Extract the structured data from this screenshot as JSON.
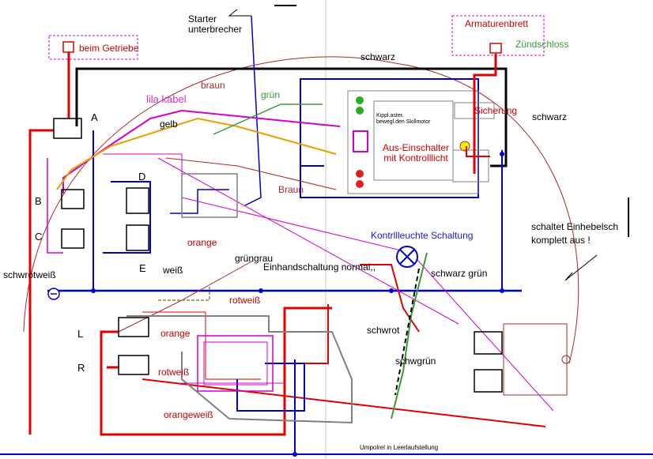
{
  "labels": {
    "starter": "Starter\nunterbrecher",
    "beim_getriebe": "beim Getriebe",
    "armaturenbrett": "Armaturenbrett",
    "zuendschloss": "Zündschloss",
    "schwarz_top": "schwarz",
    "braun_top": "braun",
    "gruen": "grün",
    "lila_kabel": "lila kabel",
    "gelb": "gelb",
    "a": "A",
    "b": "B",
    "c": "C",
    "d": "D",
    "e": "E",
    "kippl": "Kippl.aster.\nbewegl.den Skillmotor",
    "sicherung": "Sicherung",
    "schwarz_right": "schwarz",
    "aus_einschalter": "Aus-Einschalter\nmit Kontrolllicht",
    "braun_mid": "Braun",
    "orange_1": "orange",
    "gruengrau": "grüngrau",
    "weiss": "weiß",
    "schwrotweiss": "schwrotweiß",
    "kontroll": "Kontrllleuchte Schaltung",
    "schaltet": "schaltet Einhebelsch\nkomplett aus !",
    "einhand": "Einhandschaltung normal,,",
    "schwarz_gruen": "schwarz grün",
    "rotweiss_1": "rotweiß",
    "schwrot": "schwrot",
    "l": "L",
    "r": "R",
    "orange_2": "orange",
    "rotweiss_2": "rotweiß",
    "schwgruen": "schwgrün",
    "orangeweiss": "orangeweiß",
    "umpolrel": "Umpolrel in Leerlaufstellung"
  },
  "colors": {
    "black": "#000000",
    "red": "#e00000",
    "blue": "#0000cc",
    "magenta": "#d000d0",
    "brown": "#a52a2a",
    "green": "#3a9a3a",
    "orange_wire": "#e8a000",
    "gray": "#808080",
    "text_red": "#cc0000",
    "text_magenta": "#cc33cc",
    "text_blue": "#1a1acc"
  }
}
